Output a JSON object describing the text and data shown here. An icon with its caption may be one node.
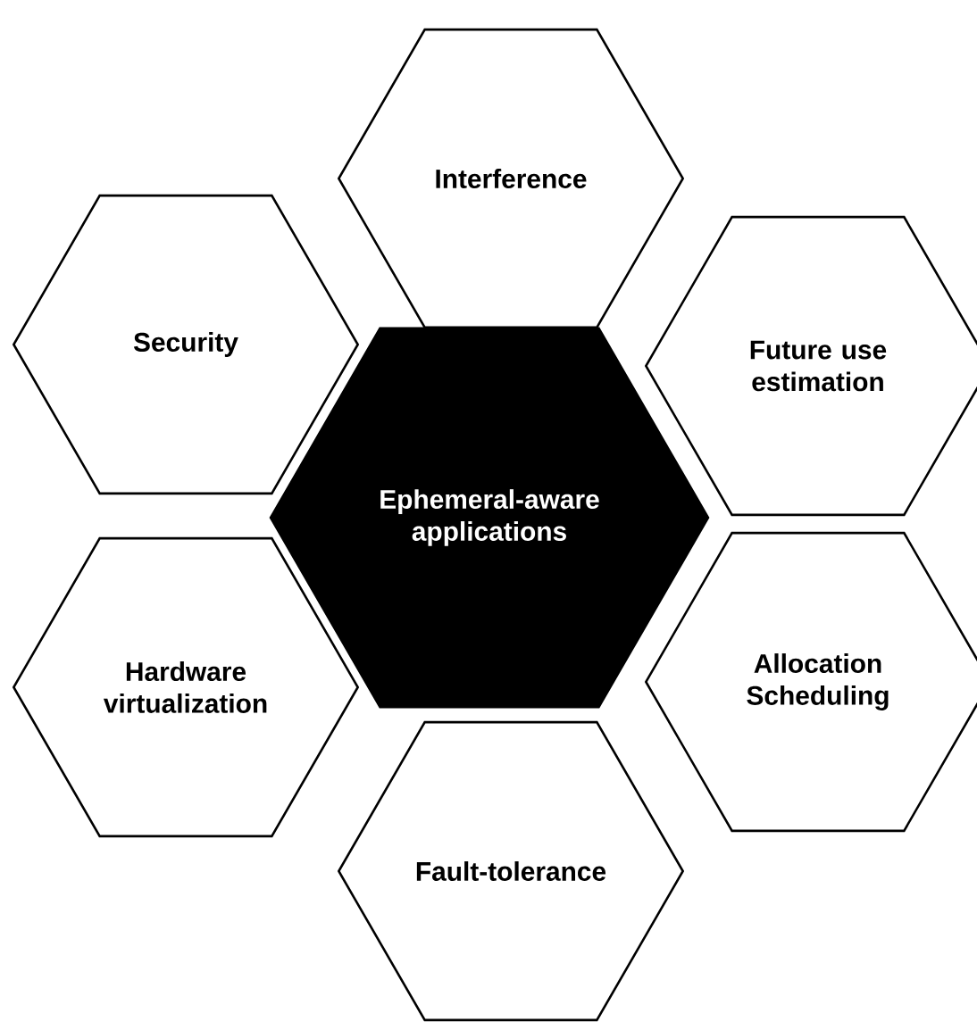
{
  "diagram": {
    "nodes": [
      {
        "text": [
          "Interference"
        ]
      },
      {
        "text": [
          "Security"
        ]
      },
      {
        "text": [
          "Future use estimation"
        ]
      },
      {
        "text": [
          "Ephemeral-aware applications"
        ]
      },
      {
        "text": [
          "Hardware virtualization"
        ]
      },
      {
        "text": [
          "Allocation Scheduling"
        ]
      },
      {
        "text": [
          "Fault-tolerance"
        ]
      }
    ]
  }
}
